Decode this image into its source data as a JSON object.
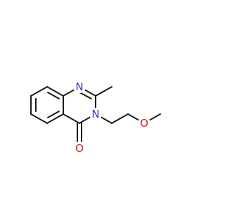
{
  "molecule": {
    "atoms": [
      {
        "id": "N1",
        "label": "N",
        "color": "#3333cc"
      },
      {
        "id": "N3",
        "label": "N",
        "color": "#3333cc"
      },
      {
        "id": "O4",
        "label": "O",
        "color": "#cc2222"
      },
      {
        "id": "O_ether",
        "label": "O",
        "color": "#cc2222"
      }
    ],
    "bond_color": "#1a1a1a"
  }
}
